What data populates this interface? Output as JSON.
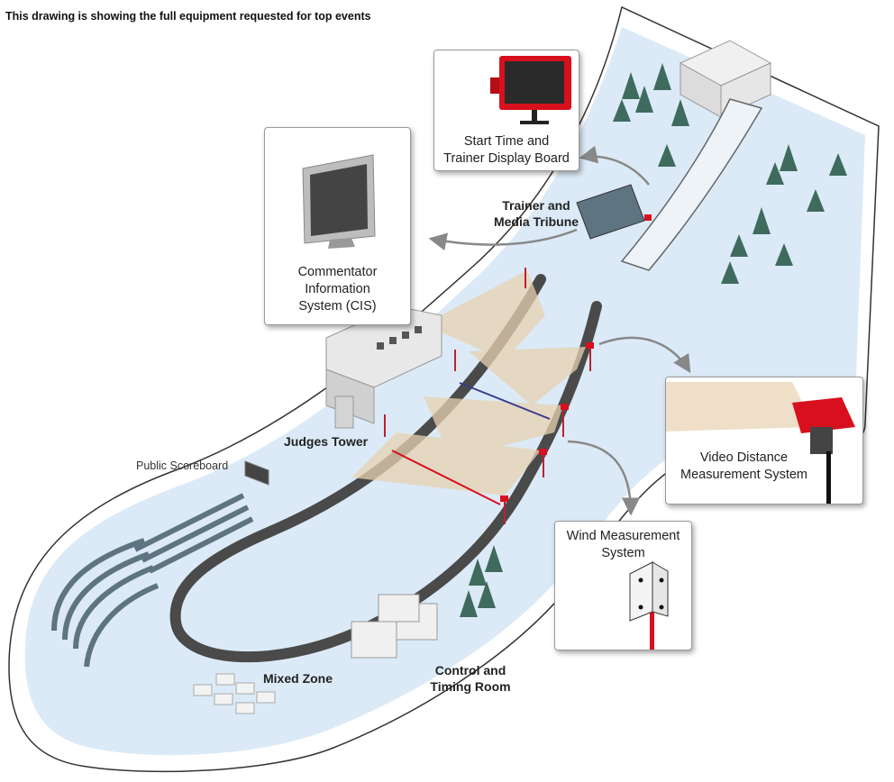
{
  "header": {
    "title": "This drawing is showing the full equipment requested for top events"
  },
  "labels": {
    "judges_tower": "Judges Tower",
    "public_scoreboard": "Public Scoreboard",
    "mixed_zone": "Mixed Zone",
    "control_timing_line1": "Control and",
    "control_timing_line2": "Timing Room",
    "trainer_media_line1": "Trainer and",
    "trainer_media_line2": "Media Tribune"
  },
  "callouts": {
    "start_time": {
      "line1": "Start Time and",
      "line2": "Trainer Display Board"
    },
    "cis": {
      "line1": "Commentator",
      "line2": "Information",
      "line3": "System (CIS)"
    },
    "video": {
      "line1": "Video Distance",
      "line2": "Measurement System"
    },
    "wind": {
      "line1": "Wind Measurement",
      "line2": "System"
    }
  },
  "colors": {
    "snow": "#dbeaf6",
    "hill_border": "#4a4a4a",
    "accent_red": "#d8101e",
    "camera_beam": "#e8d2b2",
    "stand": "#5e7480",
    "tree": "#3f6b5e"
  }
}
